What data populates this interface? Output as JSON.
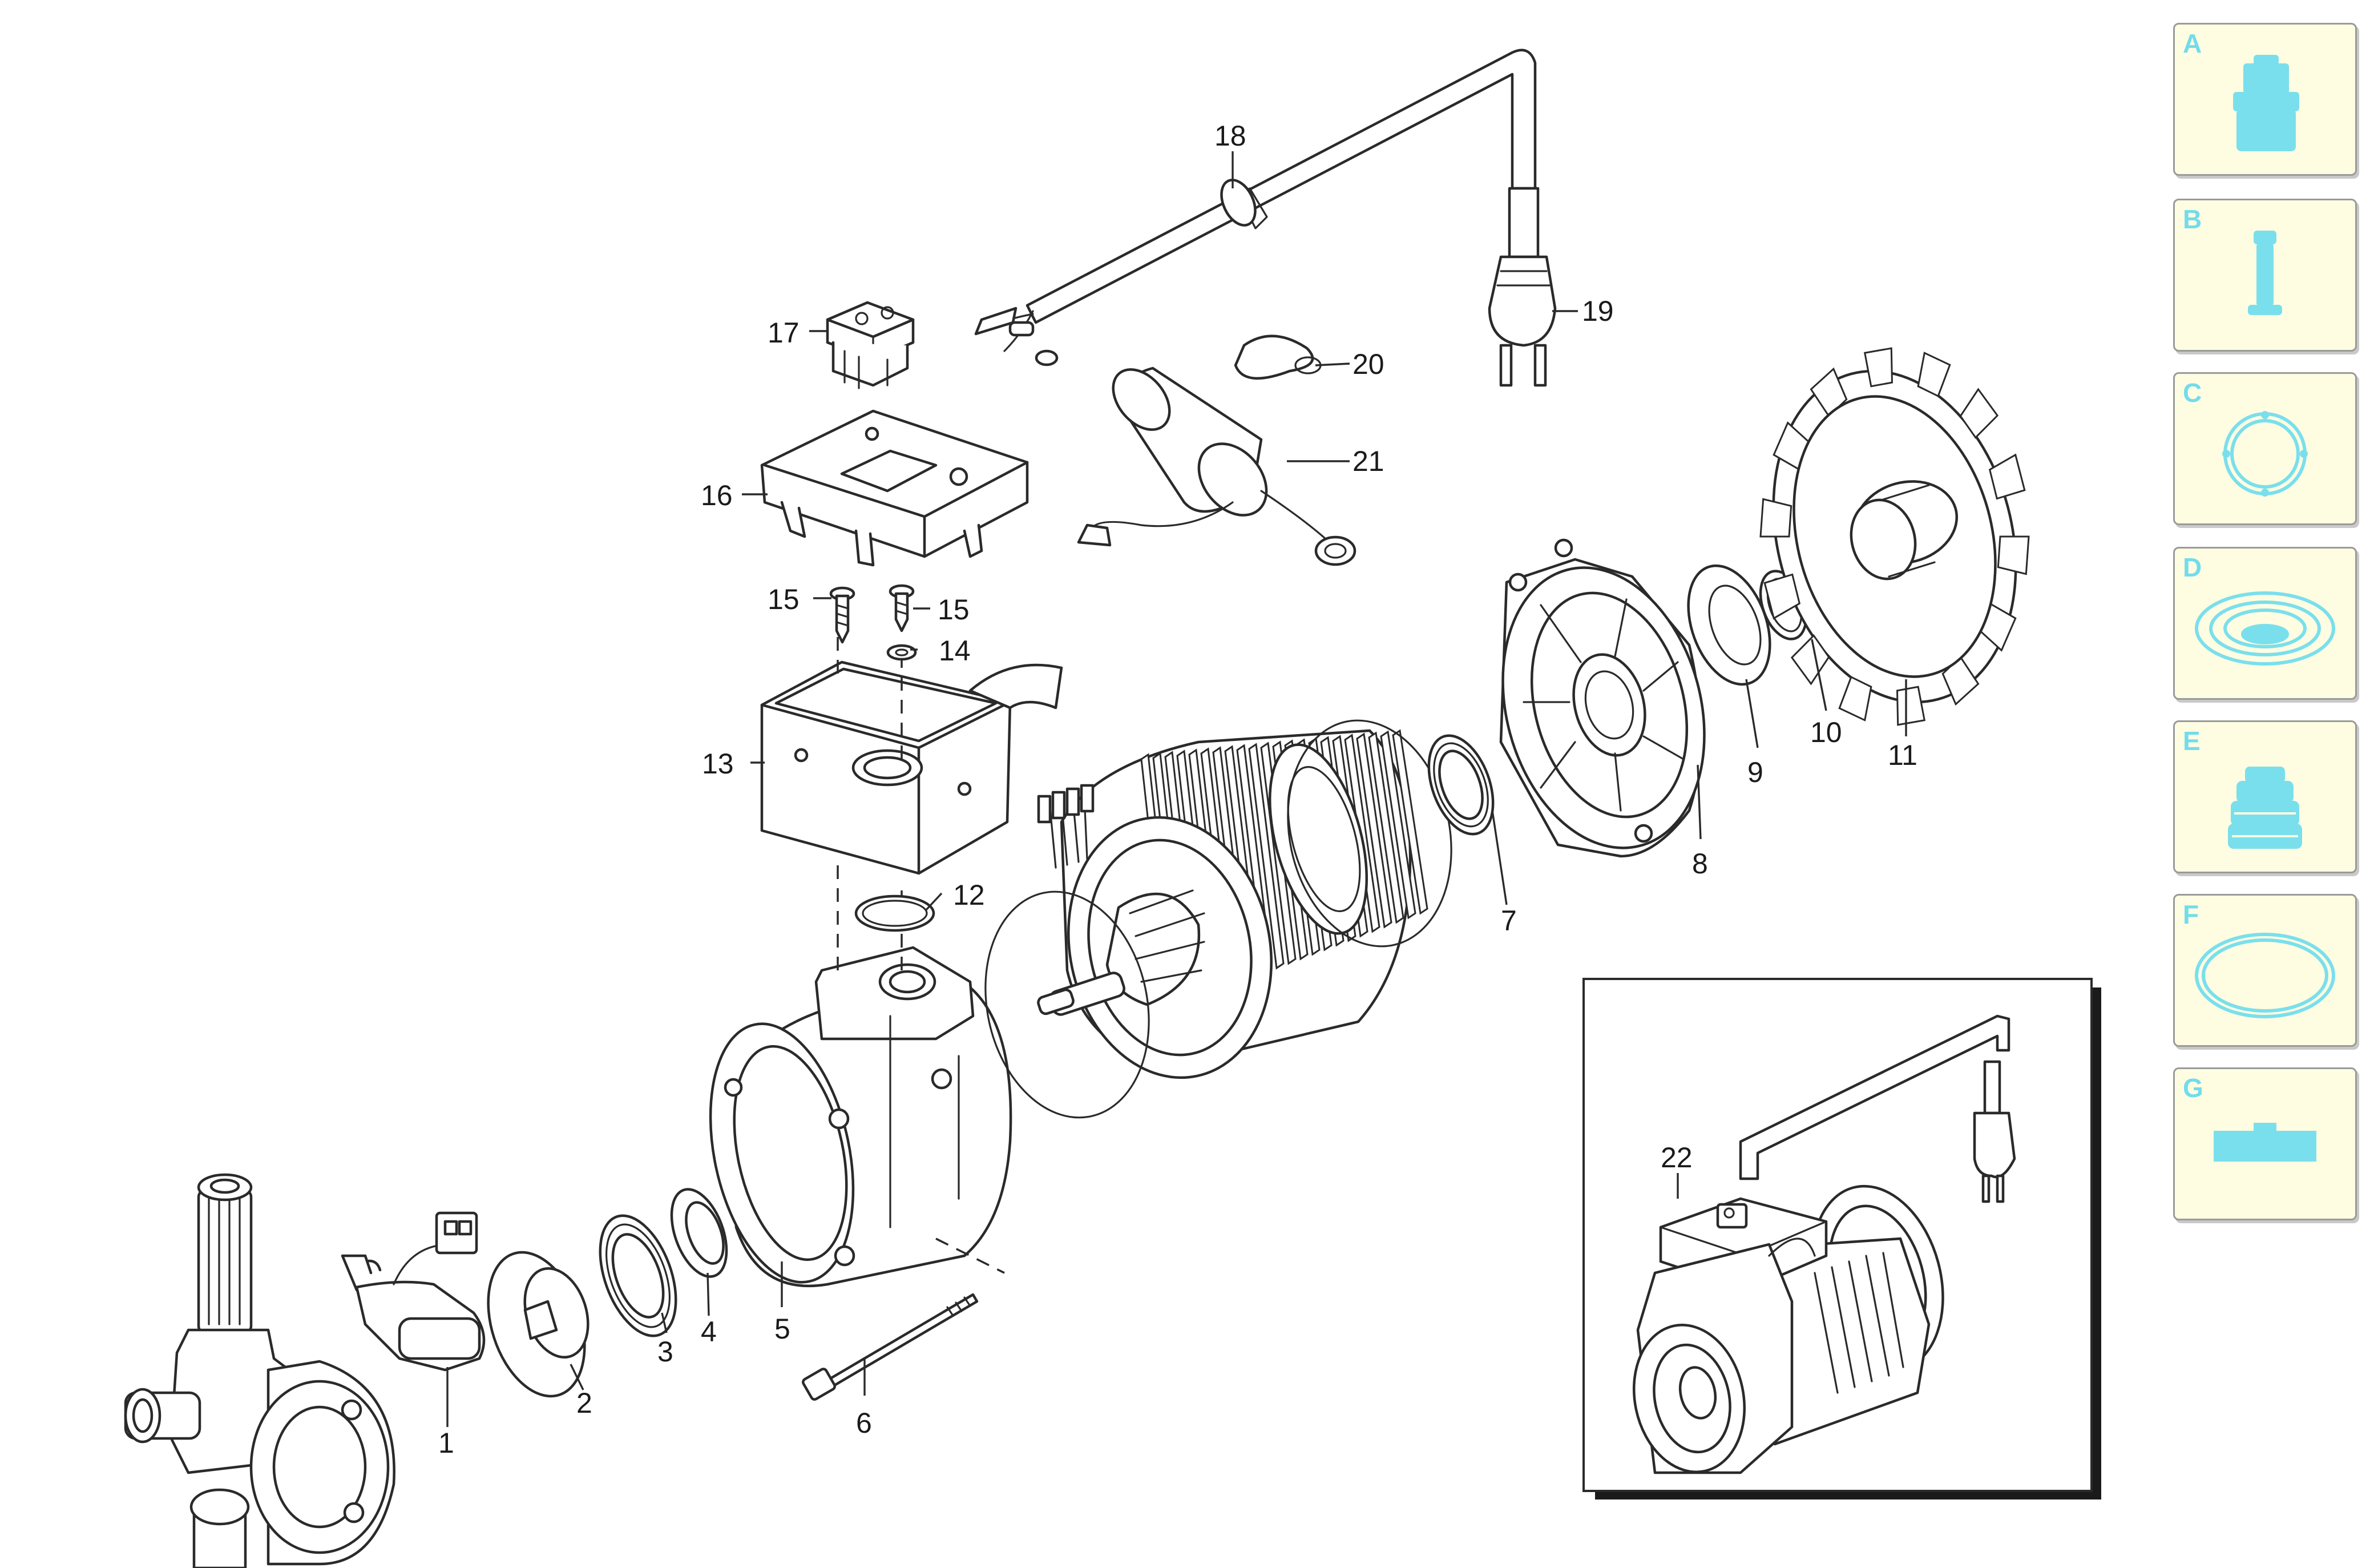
{
  "part_labels": [
    "1",
    "2",
    "3",
    "4",
    "5",
    "6",
    "7",
    "8",
    "9",
    "10",
    "11",
    "12",
    "13",
    "14",
    "15",
    "15",
    "16",
    "17",
    "18",
    "19",
    "20",
    "21",
    "22"
  ],
  "legend": [
    {
      "letter": "A",
      "icon": "gland-nut-icon"
    },
    {
      "letter": "B",
      "icon": "spring-icon"
    },
    {
      "letter": "C",
      "icon": "o-ring-icon"
    },
    {
      "letter": "D",
      "icon": "seal-ring-icon"
    },
    {
      "letter": "E",
      "icon": "valve-icon"
    },
    {
      "letter": "F",
      "icon": "gasket-icon"
    },
    {
      "letter": "G",
      "icon": "washer-block-icon"
    }
  ],
  "colors": {
    "legend_bg": "#fefde2",
    "legend_accent": "#72dceb",
    "line": "#2a2a2a"
  }
}
